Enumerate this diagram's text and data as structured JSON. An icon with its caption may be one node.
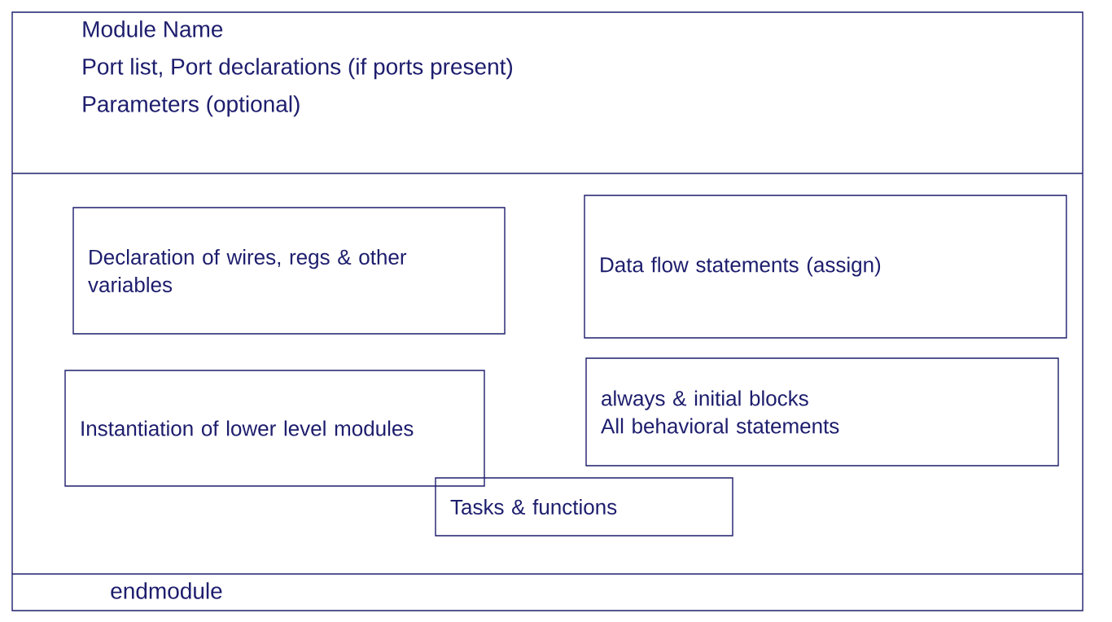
{
  "diagram": {
    "nodes": [
      {
        "text": [
          "Module Name",
          "Port list, Port declarations (if ports present)",
          "Parameters (optional)"
        ]
      },
      {
        "text": [
          "Declaration of wires, regs & other variables"
        ]
      },
      {
        "text": [
          "Data flow statements (assign)"
        ]
      },
      {
        "text": [
          "Instantiation of lower level modules"
        ]
      },
      {
        "text": [
          "always & initial blocks",
          "All behavioral statements"
        ]
      },
      {
        "text": [
          "Tasks & functions"
        ]
      },
      {
        "text": [
          "endmodule"
        ]
      }
    ],
    "edges": []
  }
}
